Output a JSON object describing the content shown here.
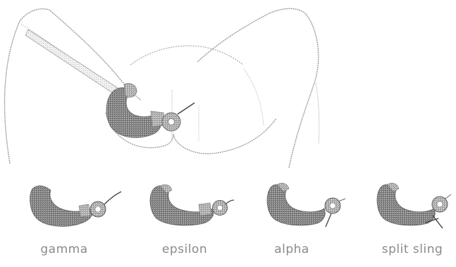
{
  "variants": [
    {
      "id": "gamma",
      "label": "gamma"
    },
    {
      "id": "epsilon",
      "label": "epsilon"
    },
    {
      "id": "alpha",
      "label": "alpha"
    },
    {
      "id": "split-sling",
      "label": "split sling"
    }
  ]
}
